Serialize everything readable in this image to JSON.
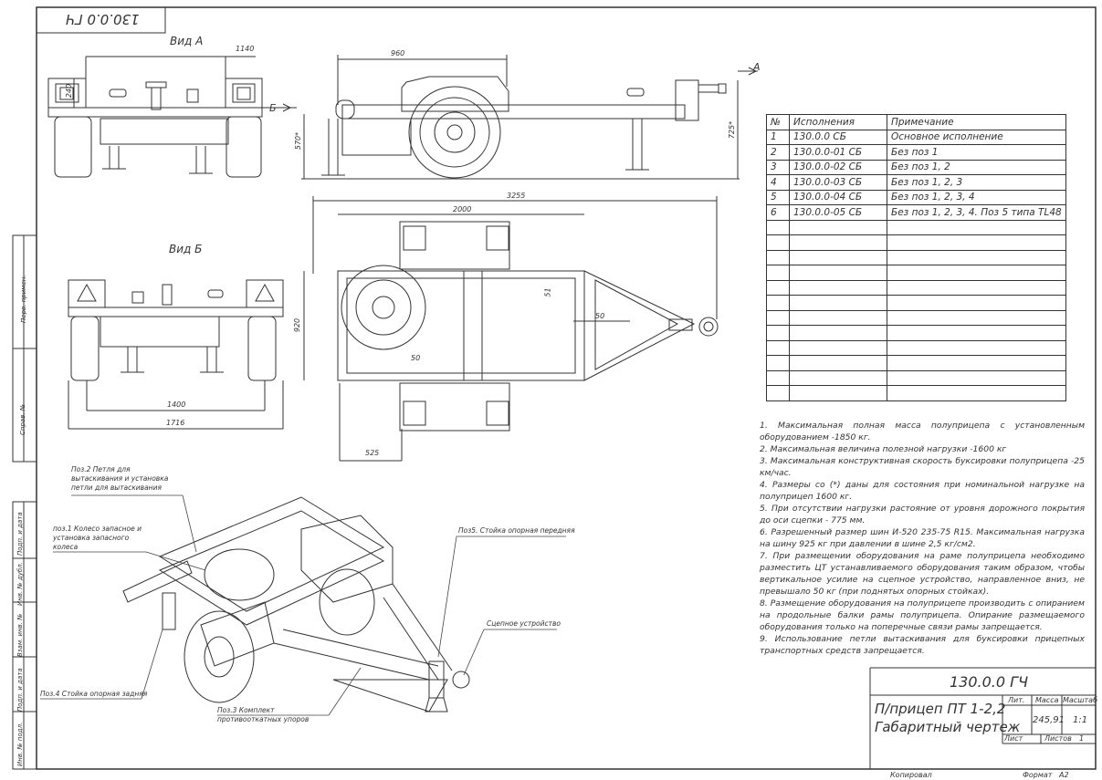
{
  "stamp": "130.0.0 ГЧ",
  "views": {
    "view_a_label": "Вид А",
    "view_b_label": "Вид Б",
    "arrow_a": "А",
    "arrow_b": "Б"
  },
  "dimensions": {
    "d1140": "1140",
    "d240": "240",
    "d960": "960",
    "d570": "570*",
    "d725": "725*",
    "d3255": "3255",
    "d2000": "2000",
    "d920": "920",
    "d51": "51",
    "d50a": "50",
    "d50b": "50",
    "d525": "525",
    "d1400": "1400",
    "d1716": "1716"
  },
  "spec_table": {
    "headers": [
      "№",
      "Исполнения",
      "Примечание"
    ],
    "rows": [
      [
        "1",
        "130.0.0 СБ",
        "Основное исполнение"
      ],
      [
        "2",
        "130.0.0-01 СБ",
        "Без поз 1"
      ],
      [
        "3",
        "130.0.0-02 СБ",
        "Без поз 1, 2"
      ],
      [
        "4",
        "130.0.0-03 СБ",
        "Без поз 1, 2, 3"
      ],
      [
        "5",
        "130.0.0-04 СБ",
        "Без поз 1, 2, 3, 4"
      ],
      [
        "6",
        "130.0.0-05 СБ",
        "Без поз 1, 2, 3, 4. Поз 5 типа TL48"
      ]
    ],
    "empty_rows": 12
  },
  "notes": [
    "1. Максимальная полная масса полуприцепа с установленным оборудованием -1850 кг.",
    "2. Максимальная величина полезной нагрузки -1600 кг",
    "3. Максимальная конструктивная скорость буксировки полуприцепа -25 км/час.",
    "4. Размеры со (*) даны для состояния при номинальной нагрузке на полуприцеп 1600 кг.",
    "5. При отсутствии нагрузки растояние от уровня дорожного покрытия до оси сцепки - 775 мм.",
    "6. Разрешенный размер шин И-520 235-75 R15. Максимальная нагрузка на шину 925 кг при давлении в шине 2,5 кг/см2.",
    "7. При размещении оборудования на раме полуприцепа необходимо разместить ЦТ устанавливаемого оборудования таким образом, чтобы вертикальное усилие на сцепное устройство, направленное вниз, не превышало 50 кг (при поднятых опорных стойках).",
    "8. Размещение оборудования на полуприцепе производить с опиранием на продольные балки рамы полуприцепа. Опирание размещаемого оборудования только на поперечные связи рамы запрещается.",
    "9. Использование петли вытаскивания для буксировки прицепных транспортных средств запрещается."
  ],
  "callouts": {
    "poz2": "Поз.2 Петля для вытаскивания и установка петли для вытаскивания",
    "poz1": "поз.1 Колесо запасное и установка запасного колеса",
    "poz5": "Поз5. Стойка опорная передняя",
    "coupler": "Сцепное устройство",
    "poz4": "Поз.4 Стойка опорная задняя",
    "poz3": "Поз.3 Комплект противооткатных упоров"
  },
  "title_block": {
    "code": "130.0.0 ГЧ",
    "name_line1": "П/прицеп ПТ 1-2,2",
    "name_line2": "Габаритный чертеж",
    "lit_label": "Лит.",
    "mass_label": "Масса",
    "scale_label": "Масштаб",
    "mass_value": "245,91",
    "scale_value": "1:1",
    "sheet_label": "Лист",
    "sheets_label": "Листов",
    "sheets_value": "1",
    "copied": "Копировал",
    "format_label": "Формат",
    "format_value": "A2"
  },
  "side_stamp": {
    "perv_primen": "Перв. примен.",
    "sprav_no": "Справ. №",
    "podp_data1": "Подп. и дата",
    "inv_dubl": "Инв. № дубл.",
    "vzam_inv": "Взам. инв. №",
    "podp_data2": "Подп. и дата",
    "inv_podl": "Инв. № подл."
  }
}
